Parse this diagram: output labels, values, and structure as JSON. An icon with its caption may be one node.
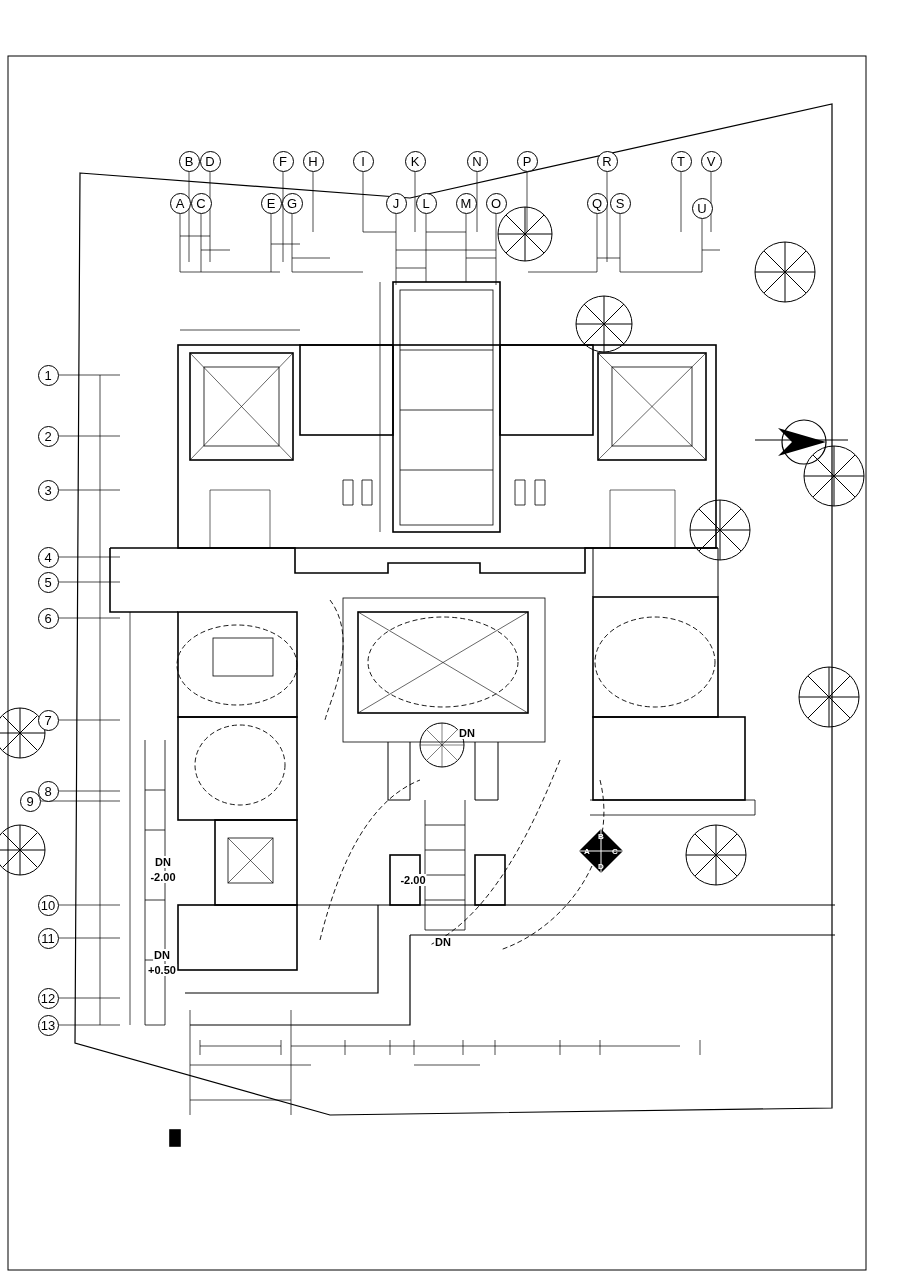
{
  "diagram": {
    "labels": [
      "B",
      "D",
      "F",
      "H",
      "I",
      "K",
      "N",
      "P",
      "R",
      "T",
      "V",
      "A",
      "C",
      "E",
      "G",
      "J",
      "L",
      "M",
      "O",
      "Q",
      "S",
      "U",
      "1",
      "2",
      "3",
      "4",
      "5",
      "6",
      "7",
      "8",
      "9",
      "10",
      "11",
      "12",
      "13",
      "DN",
      "B",
      "A",
      "C",
      "DN",
      "D",
      "-2.00",
      "-2.00",
      "DN",
      "DN",
      "+0.50"
    ]
  }
}
